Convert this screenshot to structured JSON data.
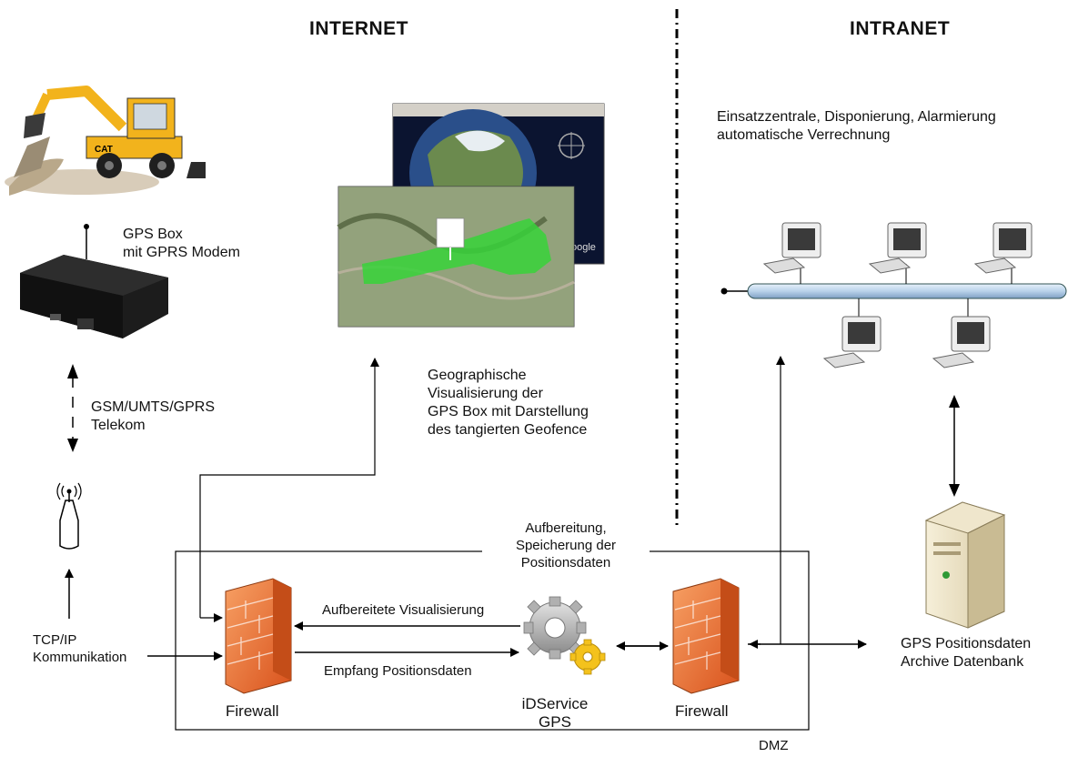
{
  "headers": {
    "internet": "INTERNET",
    "intranet": "INTRANET"
  },
  "intranet": {
    "roles_line1": "Einsatzzentrale, Disponierung, Alarmierung",
    "roles_line2": "automatische Verrechnung"
  },
  "gps_box": {
    "line1": "GPS Box",
    "line2": "mit GPRS Modem"
  },
  "network": {
    "line1": "GSM/UMTS/GPRS",
    "line2": "Telekom"
  },
  "tcp": {
    "line1": "TCP/IP",
    "line2": "Kommunikation"
  },
  "visualization": {
    "line1": "Geographische",
    "line2": "Visualisierung der",
    "line3": "GPS Box mit Darstellung",
    "line4": "des tangierten Geofence"
  },
  "processing": {
    "line1": "Aufbereitung,",
    "line2": "Speicherung der",
    "line3": "Positionsdaten"
  },
  "flows": {
    "visualization_out": "Aufbereitete Visualisierung",
    "positions_in": "Empfang Positionsdaten"
  },
  "firewall_left": "Firewall",
  "firewall_right": "Firewall",
  "service": {
    "line1": "iDService",
    "line2": "GPS"
  },
  "database": {
    "line1": "GPS Positionsdaten",
    "line2": "Archive Datenbank"
  },
  "dmz": "DMZ",
  "map_watermark": "oogle",
  "colors": {
    "firewall": "#e8692a",
    "geofence": "#37d43a",
    "bus": "#b9d2ea"
  }
}
